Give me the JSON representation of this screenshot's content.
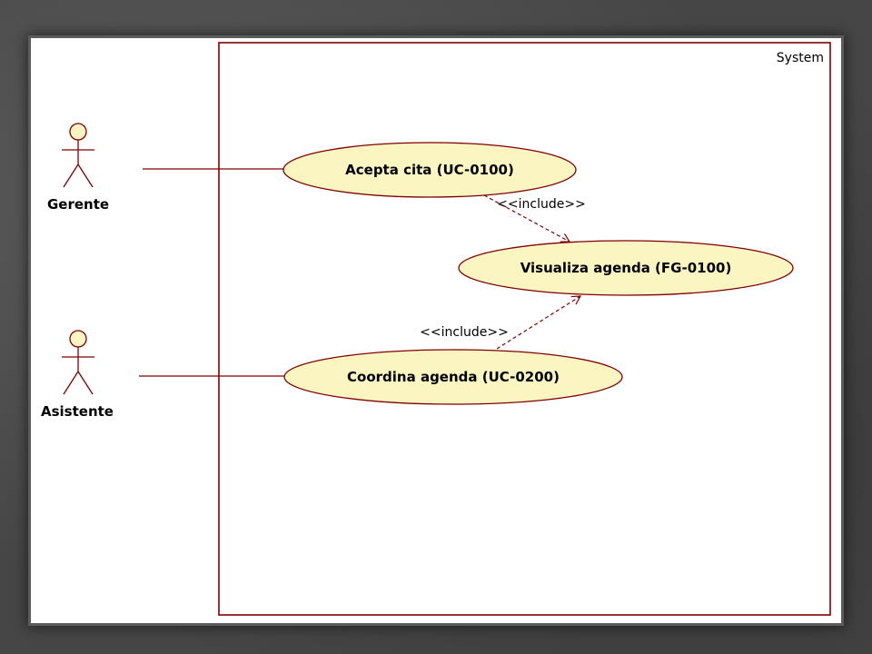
{
  "system": {
    "title": "System"
  },
  "actors": [
    {
      "id": "gerente",
      "name": "Gerente"
    },
    {
      "id": "asistente",
      "name": "Asistente"
    }
  ],
  "use_cases": [
    {
      "id": "acepta",
      "label": "Acepta cita (UC-0100)"
    },
    {
      "id": "visualiza",
      "label": "Visualiza agenda (FG-0100)"
    },
    {
      "id": "coordina",
      "label": "Coordina agenda (UC-0200)"
    }
  ],
  "relations": [
    {
      "type": "association",
      "from": "gerente",
      "to": "acepta"
    },
    {
      "type": "association",
      "from": "asistente",
      "to": "coordina"
    },
    {
      "type": "include",
      "from": "acepta",
      "to": "visualiza",
      "label": "<<include>>"
    },
    {
      "type": "include",
      "from": "coordina",
      "to": "visualiza",
      "label": "<<include>>"
    }
  ],
  "colors": {
    "line": "#800000",
    "usecase_fill": "#FBF5C1",
    "actor_fill": "#FBF5C1",
    "border": "#800000"
  }
}
